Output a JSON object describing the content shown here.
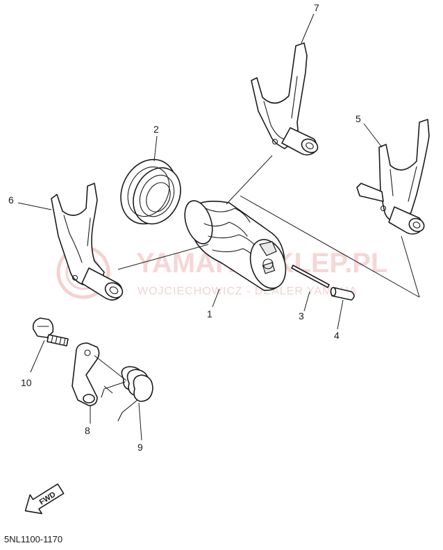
{
  "watermark": {
    "main": "YAMAHASKLEP.PL",
    "sub": "WOJCIECHOWICZ - DEALER YAMAHA"
  },
  "callouts": [
    "1",
    "2",
    "3",
    "4",
    "5",
    "6",
    "7",
    "8",
    "9",
    "10"
  ],
  "fwd_label": "FWD",
  "diagram_code": "5NL1100-1170"
}
